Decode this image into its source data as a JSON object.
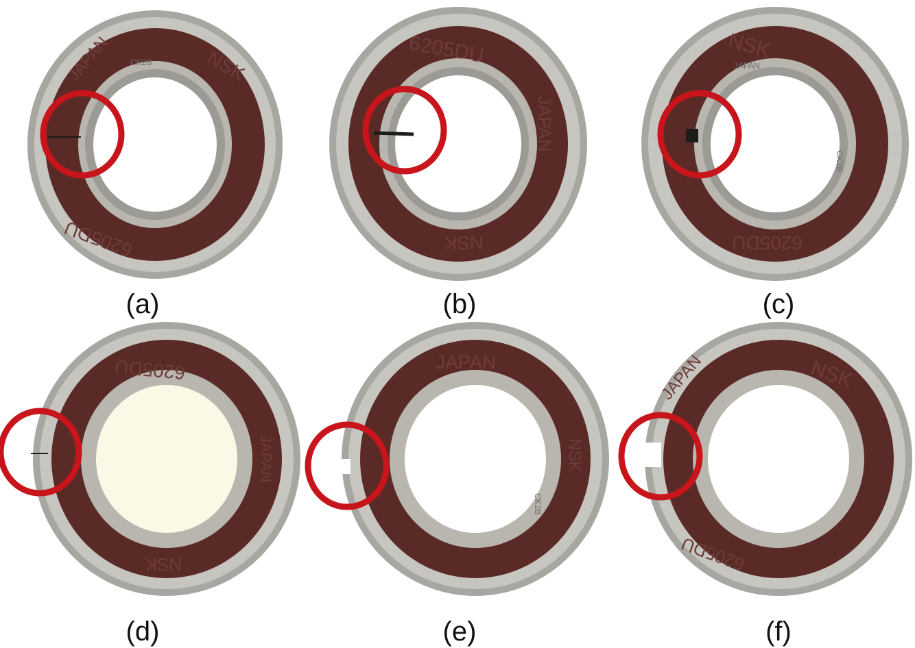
{
  "colors": {
    "shield": "#5a2a27",
    "shield_edge": "#3a1715",
    "steel": "#b9b6b0",
    "steel_dark": "#7d7a75",
    "steel_light": "#dcdad5",
    "bore_light": "#ffffff",
    "bore_cream": "#fbf8e6",
    "marker": "#c8141b",
    "crack": "#1c1c1c"
  },
  "panels": [
    {
      "id": "a",
      "caption": "(a)",
      "markings": [
        "NSK",
        "JAPAN",
        "6205DU",
        "CK2B"
      ],
      "defect": "inner-ring-small-crack"
    },
    {
      "id": "b",
      "caption": "(b)",
      "markings": [
        "6205DU",
        "NSK",
        "JAPAN"
      ],
      "defect": "inner-ring-medium-crack"
    },
    {
      "id": "c",
      "caption": "(c)",
      "markings": [
        "NSK",
        "JAPAN",
        "6205DU",
        "CK2B"
      ],
      "defect": "inner-ring-large-crack"
    },
    {
      "id": "d",
      "caption": "(d)",
      "markings": [
        "6205DU",
        "JAPAN",
        "NSK"
      ],
      "defect": "outer-ring-small-crack"
    },
    {
      "id": "e",
      "caption": "(e)",
      "markings": [
        "JAPAN",
        "NSK",
        "CK2B"
      ],
      "defect": "outer-ring-medium-notch"
    },
    {
      "id": "f",
      "caption": "(f)",
      "markings": [
        "NSK",
        "JAPAN",
        "6205DU"
      ],
      "defect": "outer-ring-large-notch"
    }
  ]
}
